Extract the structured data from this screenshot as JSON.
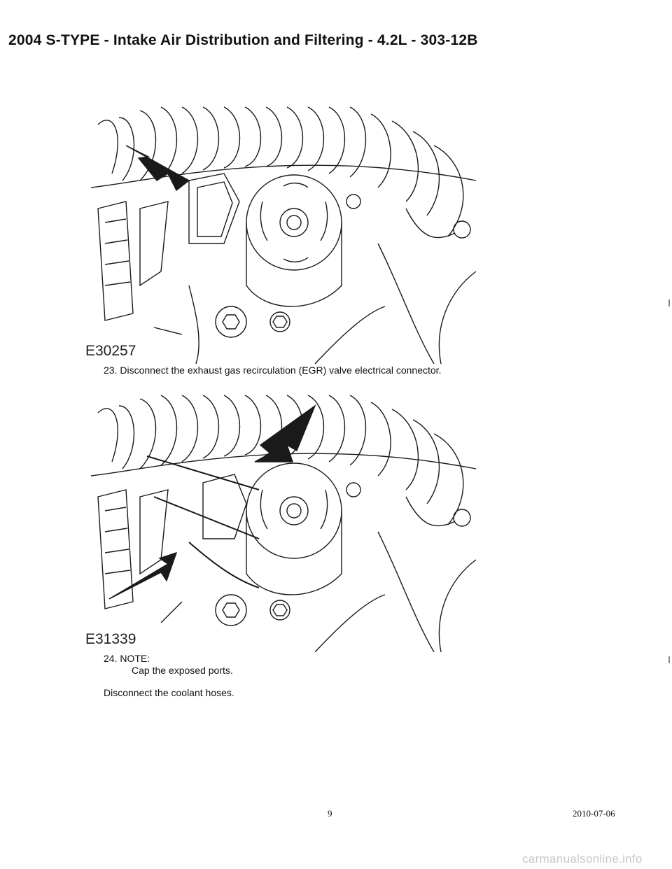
{
  "document": {
    "title": "2004 S-TYPE - Intake Air Distribution and Filtering - 4.2L - 303-12B"
  },
  "figures": [
    {
      "id": "E30257",
      "caption_step": "23. Disconnect the exhaust gas recirculation (EGR) valve electrical connector."
    },
    {
      "id": "E31339",
      "note_head": "24. NOTE:",
      "note_text": "Cap the exposed ports.",
      "instruction": "Disconnect the coolant hoses."
    }
  ],
  "footer": {
    "page_number": "9",
    "date": "2010-07-06"
  },
  "watermark": "carmanualsonline.info"
}
